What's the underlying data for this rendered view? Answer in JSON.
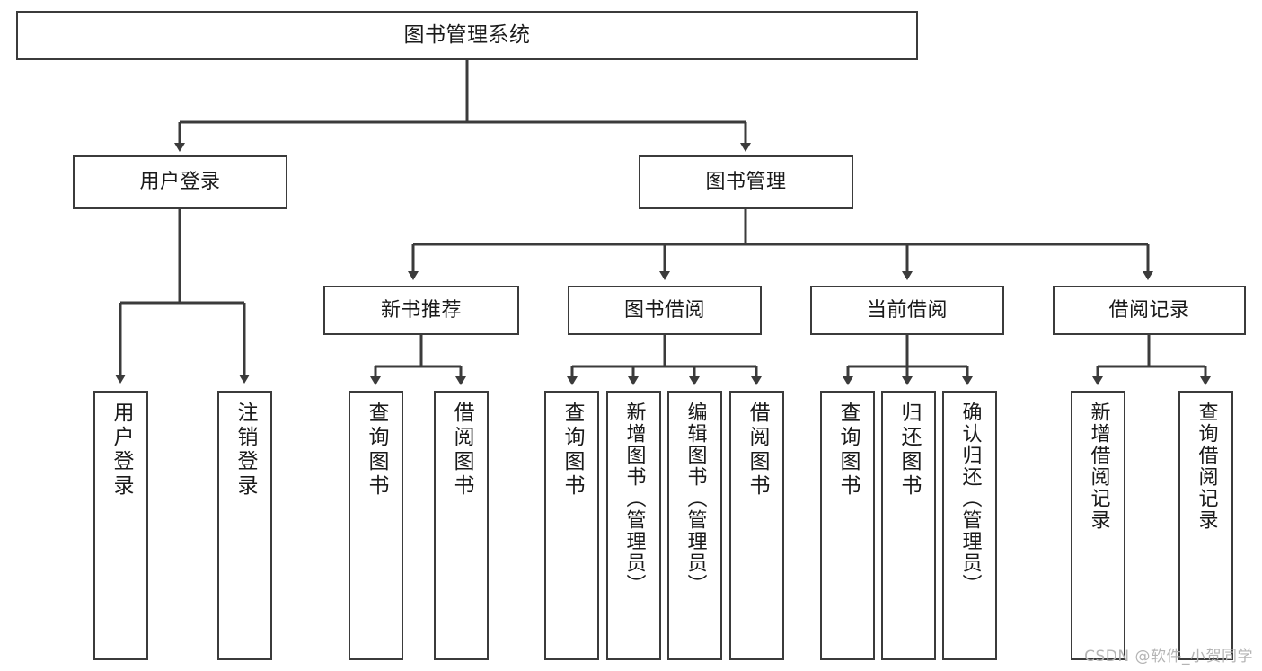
{
  "diagram": {
    "title": "图书管理系统",
    "type": "tree-hierarchy",
    "stroke_color": "#3b3b3b",
    "fill_color": "#ffffff",
    "text_color": "#1a1a1a"
  },
  "root": {
    "label": "图书管理系统"
  },
  "level1": [
    {
      "label": "用户登录"
    },
    {
      "label": "图书管理"
    }
  ],
  "level2": [
    {
      "label": "新书推荐"
    },
    {
      "label": "图书借阅"
    },
    {
      "label": "当前借阅"
    },
    {
      "label": "借阅记录"
    }
  ],
  "leaves": {
    "user_login": [
      {
        "label": "用户登录"
      },
      {
        "label": "注销登录"
      }
    ],
    "new_book": [
      {
        "label": "查询图书"
      },
      {
        "label": "借阅图书"
      }
    ],
    "book_borrow": [
      {
        "label": "查询图书"
      },
      {
        "label": "新增图书（管理员）"
      },
      {
        "label": "编辑图书（管理员）"
      },
      {
        "label": "借阅图书"
      }
    ],
    "current_borrow": [
      {
        "label": "查询图书"
      },
      {
        "label": "归还图书"
      },
      {
        "label": "确认归还（管理员）"
      }
    ],
    "borrow_record": [
      {
        "label": "新增借阅记录"
      },
      {
        "label": "查询借阅记录"
      }
    ]
  },
  "watermark": {
    "text": "CSDN @软件_小贺同学"
  }
}
